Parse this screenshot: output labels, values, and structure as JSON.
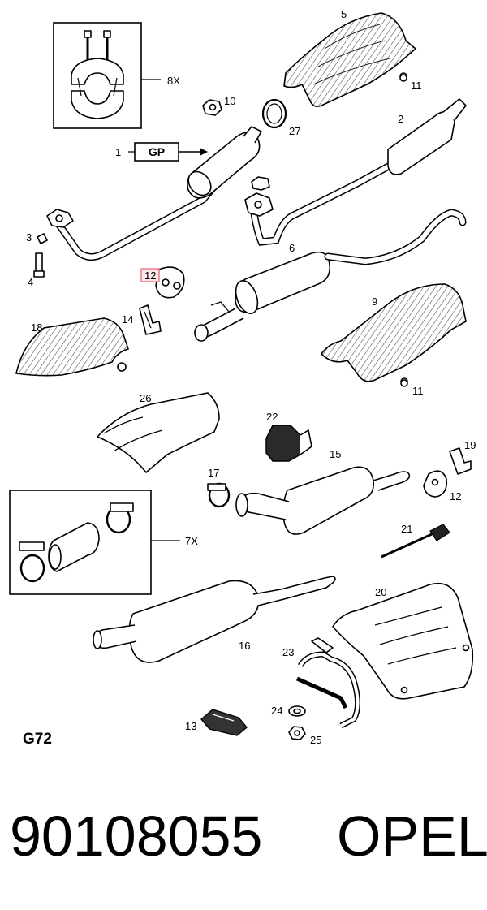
{
  "diagram": {
    "code": "G72",
    "gp_box_label": "GP",
    "callouts": {
      "c1": "1",
      "c2": "2",
      "c3": "3",
      "c4": "4",
      "c5": "5",
      "c6": "6",
      "c8x": "8X",
      "c7x": "7X",
      "c9": "9",
      "c10": "10",
      "c11a": "11",
      "c11b": "11",
      "c12a": "12",
      "c12b": "12",
      "c13": "13",
      "c14": "14",
      "c15": "15",
      "c16": "16",
      "c17": "17",
      "c18": "18",
      "c19": "19",
      "c20": "20",
      "c21": "21",
      "c22": "22",
      "c23": "23",
      "c24": "24",
      "c25": "25",
      "c26": "26",
      "c27": "27"
    },
    "highlighted_callout": "12"
  },
  "footer": {
    "part_number": "90108055",
    "brand": "OPEL"
  }
}
